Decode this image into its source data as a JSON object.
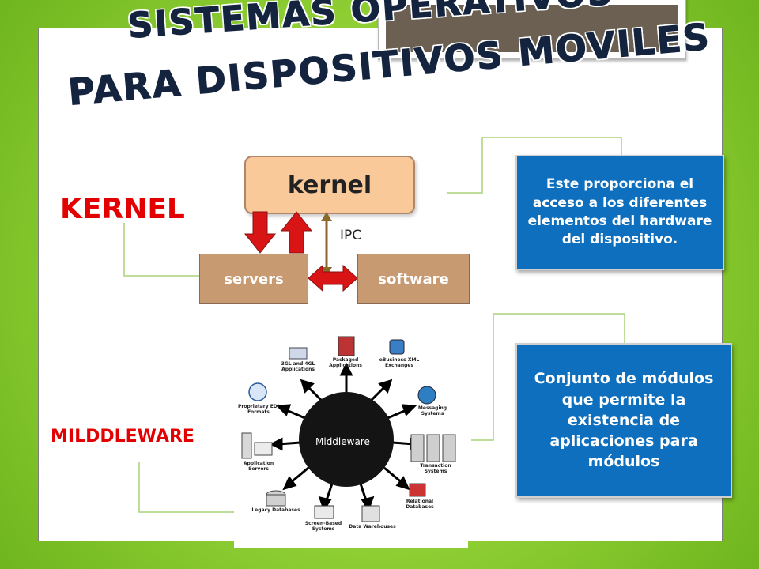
{
  "slide": {
    "title_line1": "SISTEMAS OPERATIVOS",
    "title_line2": "PARA DISPOSITIVOS MOVILES"
  },
  "kernel_section": {
    "label": "KERNEL",
    "kernel_box": "kernel",
    "servers_box": "servers",
    "software_box": "software",
    "ipc_label": "IPC",
    "description": "Este proporciona el acceso a los diferentes elementos del hardware del dispositivo."
  },
  "middleware_section": {
    "label": "MILDDLEWARE",
    "center_label": "Middleware",
    "description": "Conjunto de módulos que permite la existencia de aplicaciones para módulos",
    "nodes": [
      "3GL and 4GL Applications",
      "Packaged Applications",
      "eBusiness XML Exchanges",
      "Proprietary EDI Formats",
      "Messaging Systems",
      "Application Servers",
      "Transaction Systems",
      "Legacy Databases",
      "Relational Databases",
      "Screen-Based Systems",
      "Data Warehouses"
    ]
  },
  "colors": {
    "background": "#8fcf34",
    "title": "#14243f",
    "section_label": "#e30000",
    "info_box": "#0d6fbd",
    "kernel_box": "#f9c99a",
    "servers_box": "#c89a72",
    "arrow_red": "#d81414",
    "arrow_brown": "#8a6a2a",
    "connector": "#a8d27a"
  }
}
